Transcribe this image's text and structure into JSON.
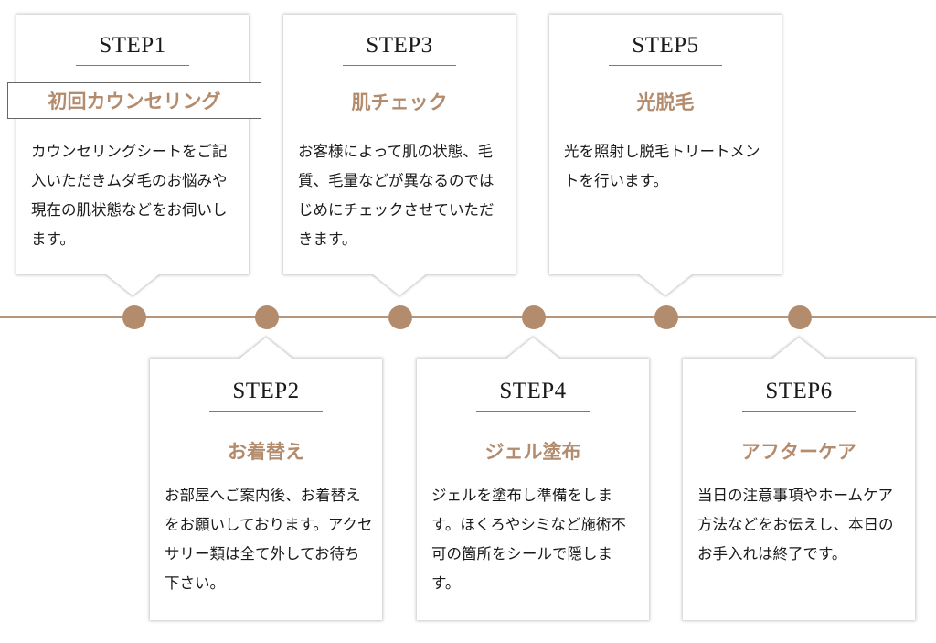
{
  "steps": [
    {
      "label": "STEP1",
      "title": "初回カウンセリング",
      "description": "カウンセリングシートをご記入いただきムダ毛のお悩みや現在の肌状態などをお伺いします。"
    },
    {
      "label": "STEP2",
      "title": "お着替え",
      "description": "お部屋へご案内後、お着替えをお願いしております。アクセサリー類は全て外してお待ち下さい。"
    },
    {
      "label": "STEP3",
      "title": "肌チェック",
      "description": "お客様によって肌の状態、毛質、毛量などが異なるのではじめにチェックさせていただきます。"
    },
    {
      "label": "STEP4",
      "title": "ジェル塗布",
      "description": "ジェルを塗布し準備をします。ほくろやシミなど施術不可の箇所をシールで隠します。"
    },
    {
      "label": "STEP5",
      "title": "光脱毛",
      "description": "光を照射し脱毛トリートメントを行います。"
    },
    {
      "label": "STEP6",
      "title": "アフターケア",
      "description": "当日の注意事項やホームケア方法などをお伝えし、本日のお手入れは終了です。"
    }
  ],
  "colors": {
    "accent": "#b38b6d",
    "timeline": "#b7957a",
    "text": "#1a1a1a"
  }
}
